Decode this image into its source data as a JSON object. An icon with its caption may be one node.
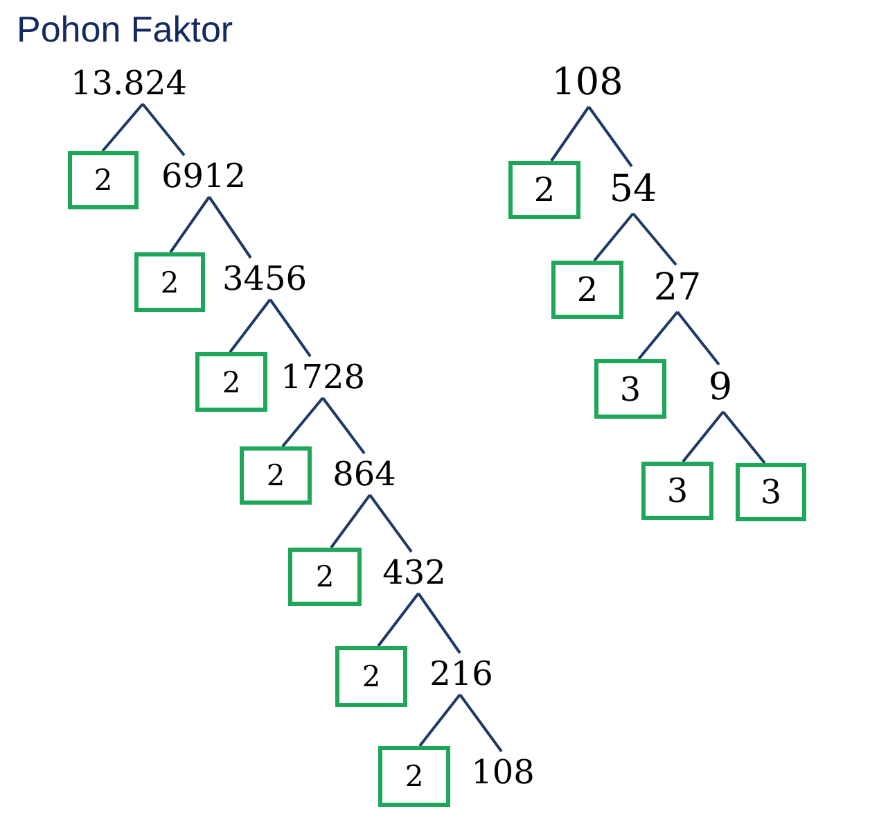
{
  "diagram": {
    "title": "Pohon Faktor",
    "nodes": [
      {
        "text": [
          "13.824"
        ]
      },
      {
        "text": [
          "2"
        ]
      },
      {
        "text": [
          "6912"
        ]
      },
      {
        "text": [
          "2"
        ]
      },
      {
        "text": [
          "3456"
        ]
      },
      {
        "text": [
          "2"
        ]
      },
      {
        "text": [
          "1728"
        ]
      },
      {
        "text": [
          "2"
        ]
      },
      {
        "text": [
          "864"
        ]
      },
      {
        "text": [
          "2"
        ]
      },
      {
        "text": [
          "432"
        ]
      },
      {
        "text": [
          "2"
        ]
      },
      {
        "text": [
          "216"
        ]
      },
      {
        "text": [
          "2"
        ]
      },
      {
        "text": [
          "108"
        ]
      },
      {
        "text": [
          "108"
        ]
      },
      {
        "text": [
          "2"
        ]
      },
      {
        "text": [
          "54"
        ]
      },
      {
        "text": [
          "2"
        ]
      },
      {
        "text": [
          "27"
        ]
      },
      {
        "text": [
          "3"
        ]
      },
      {
        "text": [
          "9"
        ]
      },
      {
        "text": [
          "3"
        ]
      },
      {
        "text": [
          "3"
        ]
      }
    ],
    "edges": [
      {
        "from": 0,
        "to": 1,
        "arrow": "none"
      },
      {
        "from": 0,
        "to": 2,
        "arrow": "none"
      },
      {
        "from": 2,
        "to": 3,
        "arrow": "none"
      },
      {
        "from": 2,
        "to": 4,
        "arrow": "none"
      },
      {
        "from": 4,
        "to": 5,
        "arrow": "none"
      },
      {
        "from": 4,
        "to": 6,
        "arrow": "none"
      },
      {
        "from": 6,
        "to": 7,
        "arrow": "none"
      },
      {
        "from": 6,
        "to": 8,
        "arrow": "none"
      },
      {
        "from": 8,
        "to": 9,
        "arrow": "none"
      },
      {
        "from": 8,
        "to": 10,
        "arrow": "none"
      },
      {
        "from": 10,
        "to": 11,
        "arrow": "none"
      },
      {
        "from": 10,
        "to": 12,
        "arrow": "none"
      },
      {
        "from": 12,
        "to": 13,
        "arrow": "none"
      },
      {
        "from": 12,
        "to": 14,
        "arrow": "none"
      },
      {
        "from": 15,
        "to": 16,
        "arrow": "none"
      },
      {
        "from": 15,
        "to": 17,
        "arrow": "none"
      },
      {
        "from": 17,
        "to": 18,
        "arrow": "none"
      },
      {
        "from": 17,
        "to": 19,
        "arrow": "none"
      },
      {
        "from": 19,
        "to": 20,
        "arrow": "none"
      },
      {
        "from": 19,
        "to": 21,
        "arrow": "none"
      },
      {
        "from": 21,
        "to": 22,
        "arrow": "none"
      },
      {
        "from": 21,
        "to": 23,
        "arrow": "none"
      }
    ]
  }
}
